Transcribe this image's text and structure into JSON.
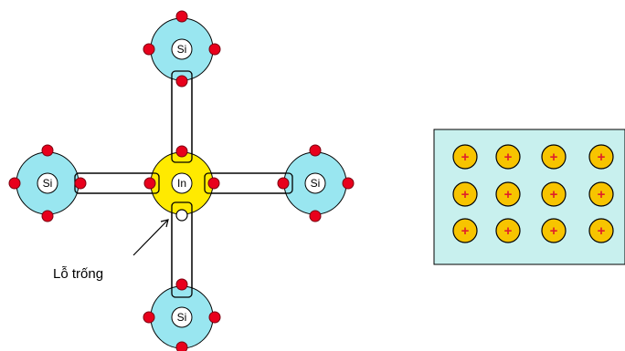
{
  "atoms": {
    "center": {
      "label": "In"
    },
    "top": {
      "label": "Si"
    },
    "left": {
      "label": "Si"
    },
    "right": {
      "label": "Si"
    },
    "bottom": {
      "label": "Si"
    }
  },
  "hole_label": "Lỗ trống",
  "panel": {
    "sign": "+",
    "rows": 3,
    "cols": 4
  },
  "colors": {
    "silicon_ring": "#99e6f0",
    "indium_ring": "#ffea00",
    "electron": "#e8001c",
    "hole": "#ffffff",
    "panel_bg": "#c8f0ee",
    "ion_fill": "#f7c400",
    "ion_sign": "#e0202a"
  }
}
